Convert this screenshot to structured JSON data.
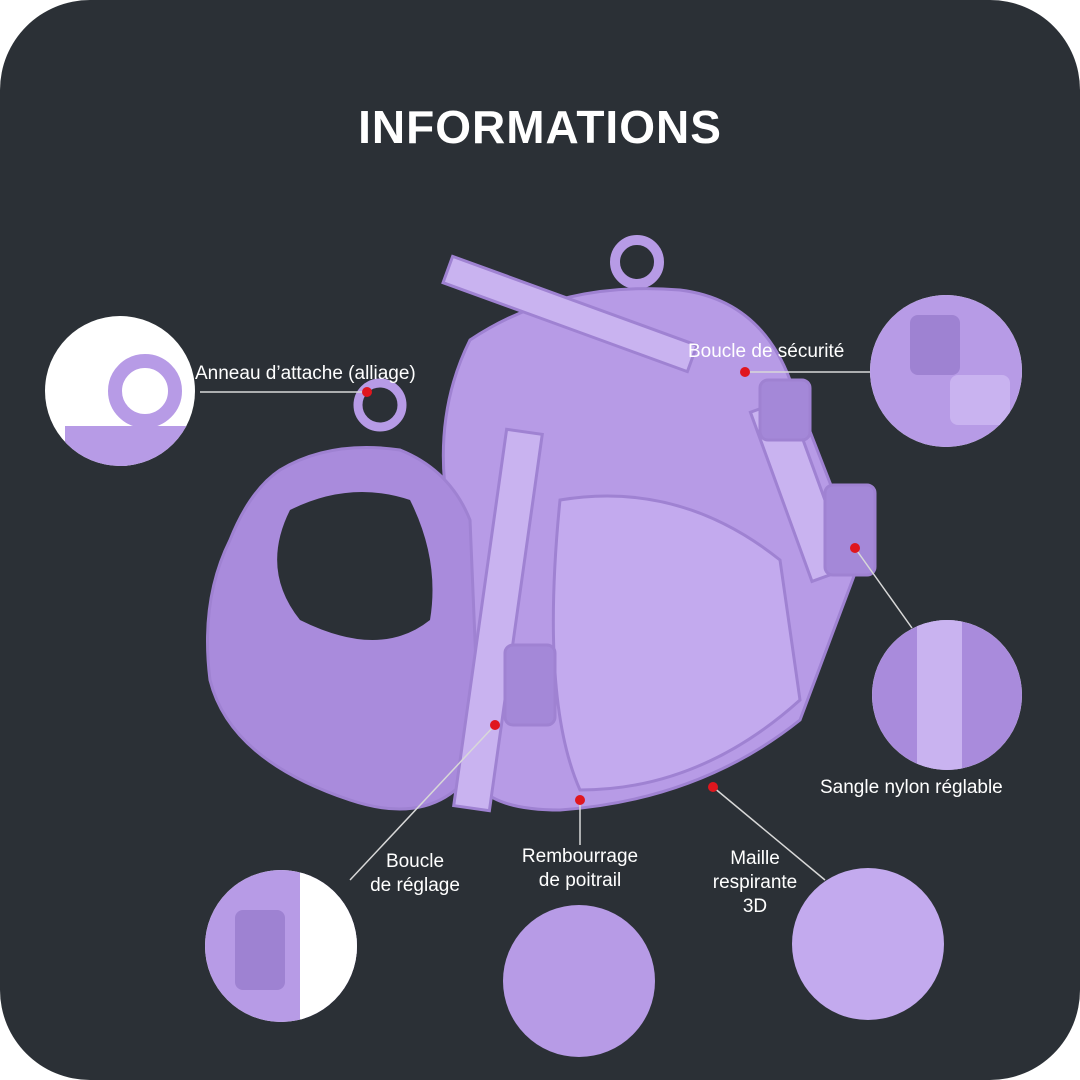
{
  "title": "INFORMATIONS",
  "callouts": {
    "ring": "Anneau d’attache (alliage)",
    "safety_buckle": "Boucle de sécurité",
    "nylon_strap": "Sangle nylon réglable",
    "adjust_buckle_1": "Boucle",
    "adjust_buckle_2": "de réglage",
    "padding_1": "Rembourrage",
    "padding_2": "de poitrail",
    "mesh_1": "Maille",
    "mesh_2": "respirante",
    "mesh_3": "3D"
  },
  "colors": {
    "background": "#2b3036",
    "product": "#b79be6",
    "marker": "#e0161e"
  }
}
